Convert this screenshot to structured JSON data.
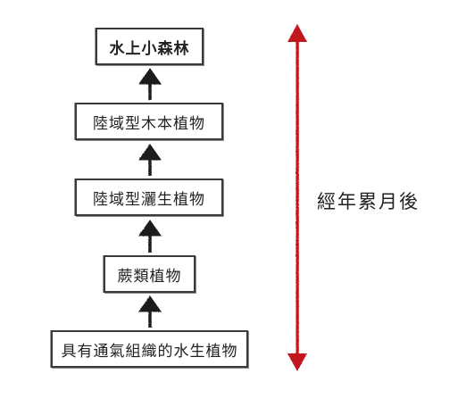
{
  "diagram": {
    "nodes": [
      {
        "id": "water-forest",
        "label": "水上小森林"
      },
      {
        "id": "woody",
        "label": "陸域型木本植物"
      },
      {
        "id": "shrub",
        "label": "陸域型灑生植物"
      },
      {
        "id": "fern",
        "label": "蕨類植物"
      },
      {
        "id": "aquatic",
        "label": "具有通氣組織的水生植物"
      }
    ],
    "time_label": "經年累月後",
    "colors": {
      "box_border": "#3a3a3a",
      "arrow": "#1a1a1a",
      "time_arrow": "#c0191f",
      "text": "#222222"
    }
  }
}
